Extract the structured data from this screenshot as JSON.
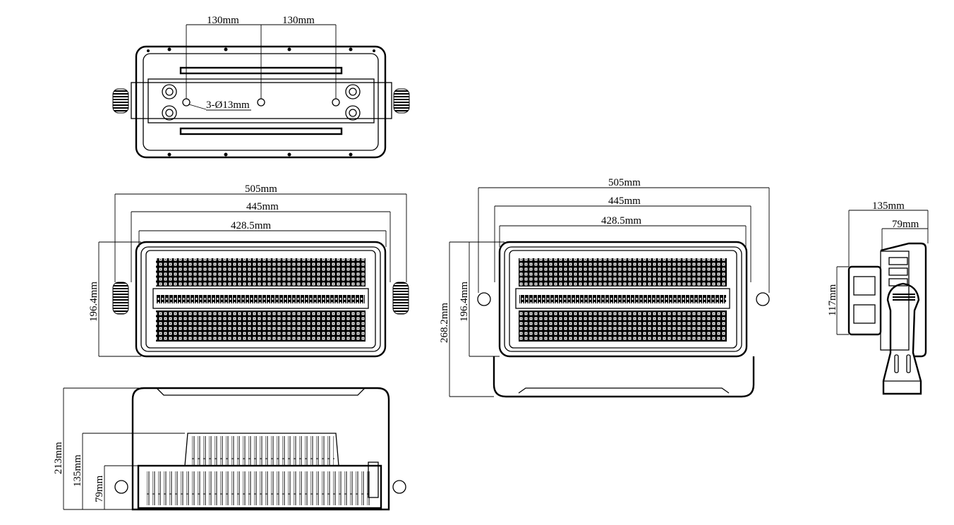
{
  "top_view": {
    "spacing_left": "130mm",
    "spacing_right": "130mm",
    "holes": "3-Ø13mm"
  },
  "front_view_left": {
    "width_overall": "505mm",
    "width_body": "445mm",
    "width_led": "428.5mm",
    "height_body": "196.4mm"
  },
  "front_view_right": {
    "width_overall": "505mm",
    "width_body": "445mm",
    "width_led": "428.5mm",
    "height_total": "268.2mm",
    "height_body": "196.4mm"
  },
  "side_view": {
    "depth_total": "135mm",
    "depth_body": "79mm",
    "height_box": "117mm"
  },
  "bottom_view": {
    "height_total": "213mm",
    "height_mid": "135mm",
    "height_body": "79mm"
  },
  "colors": {
    "line": "#000000",
    "background": "#ffffff"
  }
}
